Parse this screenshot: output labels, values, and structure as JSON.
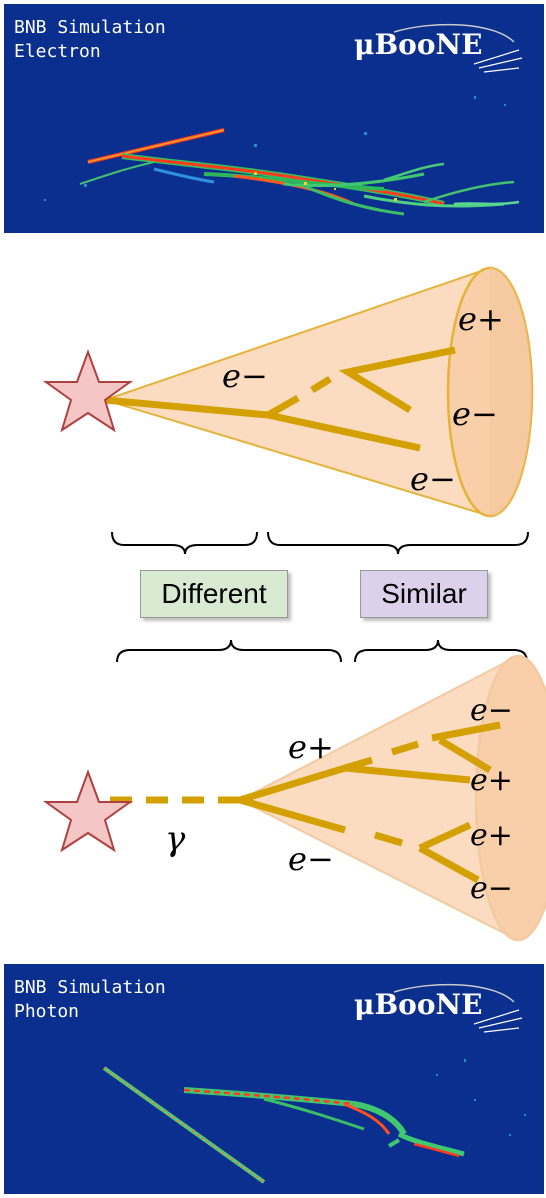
{
  "top_panel": {
    "line1": "BNB Simulation",
    "line2": "Electron",
    "logo": "μBooNE",
    "background": "#0b2f8f"
  },
  "bottom_panel": {
    "line1": "BNB Simulation",
    "line2": "Photon",
    "logo": "μBooNE",
    "background": "#0b2f8f"
  },
  "labels": {
    "different": "Different",
    "similar": "Similar"
  },
  "electron_cone": {
    "primary": "e−",
    "pair_pos": "e+",
    "pair_neg": "e−",
    "brem": "e−"
  },
  "photon_cone": {
    "photon": "γ",
    "pos": "e+",
    "neg": "e−",
    "right_1": "e−",
    "right_2": "e+",
    "right_3": "e+",
    "right_4": "e−"
  },
  "colors": {
    "cone_fill": "#fbdcc0",
    "cone_edge": "#e6b23a",
    "track": "#d4a000",
    "star_fill": "#f4c6c6",
    "star_edge": "#b04040"
  }
}
